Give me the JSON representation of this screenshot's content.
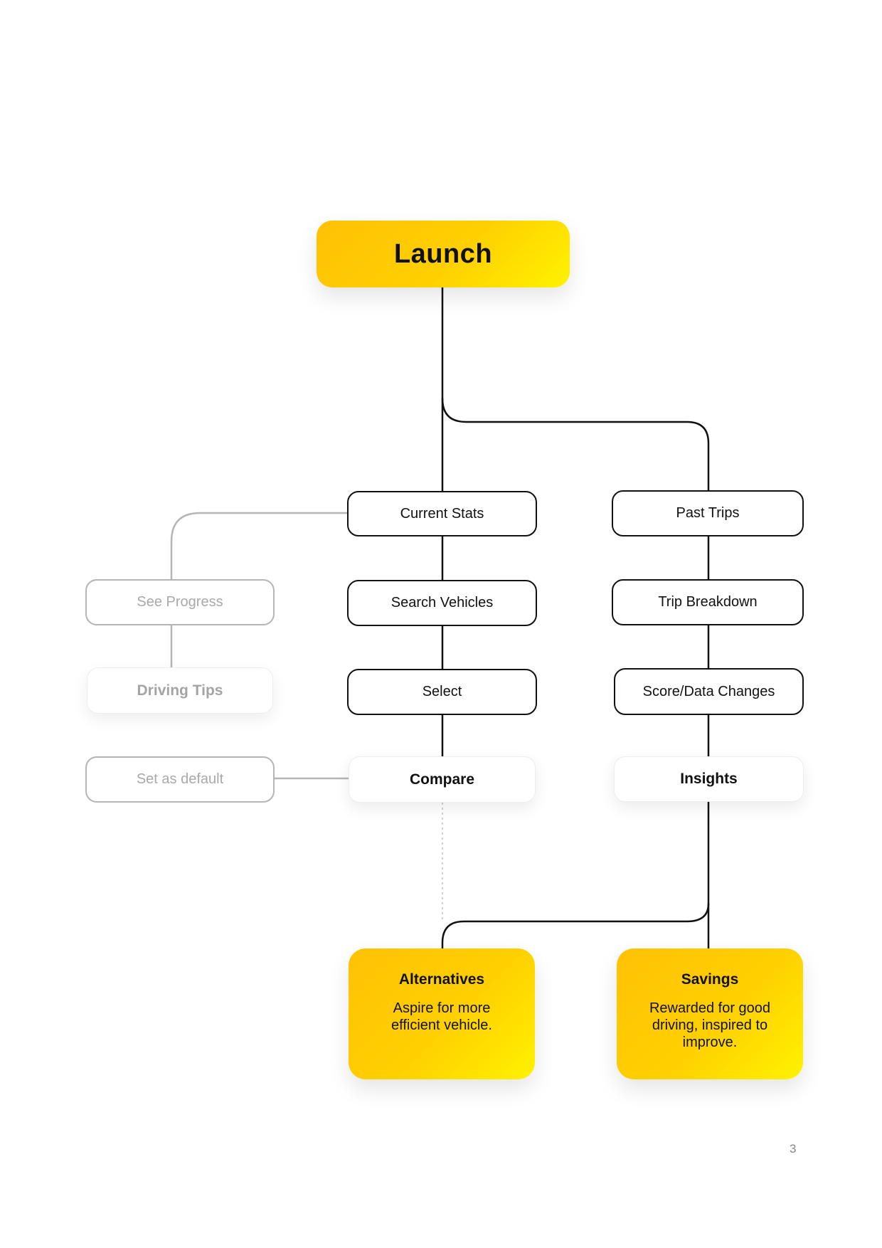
{
  "launch": "Launch",
  "center": {
    "current_stats": "Current Stats",
    "search_vehicles": "Search Vehicles",
    "select": "Select",
    "compare": "Compare"
  },
  "right": {
    "past_trips": "Past Trips",
    "trip_breakdown": "Trip Breakdown",
    "score_data_changes": "Score/Data Changes",
    "insights": "Insights"
  },
  "left": {
    "see_progress": "See Progress",
    "driving_tips": "Driving Tips",
    "set_as_default": "Set as default"
  },
  "results": [
    {
      "title": "Alternatives",
      "description": "Aspire for more efficient vehicle."
    },
    {
      "title": "Savings",
      "description": "Rewarded for good driving, inspired to improve."
    }
  ],
  "page_number": "3",
  "colors": {
    "accent_from": "#ffc107",
    "accent_to": "#fff200",
    "line": "#111111",
    "muted_line": "#b5b5b5"
  }
}
